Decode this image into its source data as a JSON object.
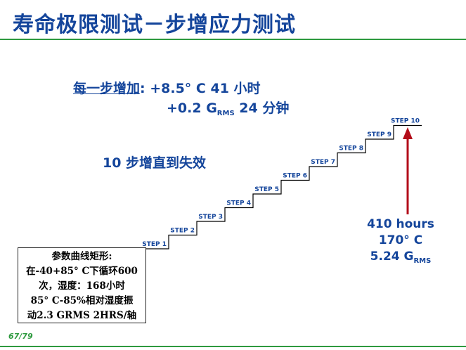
{
  "title": "寿命极限测试－步增应力测试",
  "per_step": {
    "label": "每一步增加",
    "line1": ": +8.5° C  41 小时",
    "line2_pre": "+0.2 G",
    "line2_sub": "RMS",
    "line2_post": " 24 分钟"
  },
  "until_failure": "10 步增直到失效",
  "steps": [
    "STEP 1",
    "STEP 2",
    "STEP 3",
    "STEP 4",
    "STEP 5",
    "STEP 6",
    "STEP 7",
    "STEP 8",
    "STEP 9",
    "STEP 10"
  ],
  "result": {
    "hours": "410 hours",
    "temp": "170° C",
    "grms_pre": "5.24 G",
    "grms_sub": "RMS"
  },
  "params": [
    "参数曲线矩形:",
    "在-40+85° C下循环600",
    "次，湿度：168小时",
    "85° C-85%相对湿度振",
    "动2.3 GRMS 2HRS/轴"
  ],
  "page": "67/79",
  "colors": {
    "title": "#14459b",
    "accent_green": "#2e9a3f",
    "arrow": "#b30d1a"
  }
}
